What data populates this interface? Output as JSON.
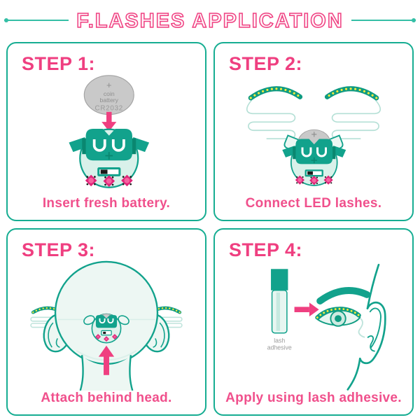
{
  "title": "F.LASHES APPLICATION",
  "colors": {
    "teal": "#12a28c",
    "teal_dark": "#0a8770",
    "panel_border": "#16ad92",
    "mint": "#d9f1ea",
    "mint_light": "#ecf7f3",
    "pink": "#ef3f80",
    "pink_deep": "#e02479",
    "pink_light": "#f4639f",
    "yellow": "#f6eb3d",
    "wire_light": "#b5e0d6",
    "battery_gray": "#c9c9c9",
    "gray_text": "#8f8f8f"
  },
  "steps": [
    {
      "title": "STEP 1:",
      "caption": "Insert fresh battery."
    },
    {
      "title": "STEP 2:",
      "caption": "Connect LED lashes."
    },
    {
      "title": "STEP 3:",
      "caption": "Attach behind head."
    },
    {
      "title": "STEP 4:",
      "caption": "Apply using lash adhesive."
    }
  ],
  "labels": {
    "battery_plus": "+",
    "battery_line1": "coin",
    "battery_line2": "battery",
    "battery_line3": "CR2032",
    "adhesive_line1": "lash",
    "adhesive_line2": "adhesive"
  }
}
